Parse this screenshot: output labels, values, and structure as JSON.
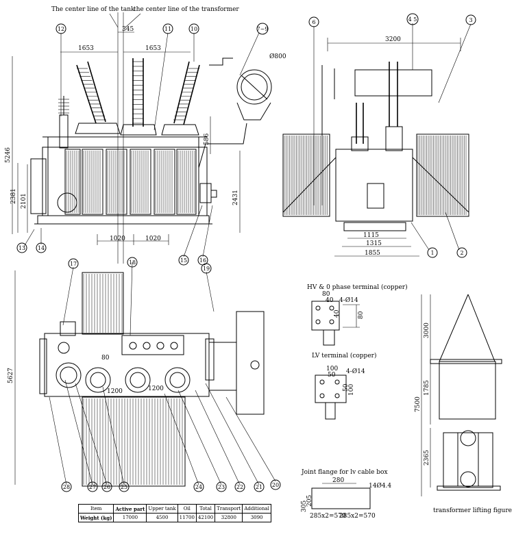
{
  "captions": {
    "tank_centerline": "The center line of the tank",
    "transformer_centerline": "the center line of the transformer",
    "hv_terminal": "HV & 0 phase terminal (copper)",
    "lv_terminal": "LV terminal (copper)",
    "joint_flange": "Joint flange for lv cable box",
    "lifting_figure": "transformer lifting figure"
  },
  "dimensions": {
    "d345": "345",
    "d1653_left": "1653",
    "d1653_right": "1653",
    "d800": "Ø800",
    "d586": "586",
    "d5246": "5246",
    "d2381": "2381",
    "d2101": "2101",
    "d2431": "2431",
    "d1020_a": "1020",
    "d1020_b": "1020",
    "d3200": "3200",
    "d1115": "1115",
    "d1315": "1315",
    "d1855": "1855",
    "d5627": "5627",
    "d1200_a": "1200",
    "d1200_b": "1200",
    "d80_top": "80",
    "d3000": "3000",
    "d7500": "7500",
    "d1785": "1785",
    "d2365": "2365",
    "hv_80": "80",
    "hv_40": "40",
    "hv_holes": "4-Ø14",
    "hv_40b": "40",
    "hv_80b": "80",
    "lv_100": "100",
    "lv_50": "50",
    "lv_holes": "4-Ø14",
    "lv_50b": "50",
    "lv_100b": "100",
    "fl_280": "280",
    "fl_holes": "14Ø4.4",
    "fl_305": "305",
    "fl_205": "205",
    "fl_285a": "285x2=570",
    "fl_285b": "285x2=570"
  },
  "callouts": {
    "c1": "1",
    "c2": "2",
    "c3": "3",
    "c45": "4 5",
    "c6": "6",
    "c79": "7~9",
    "c10": "10",
    "c11": "11",
    "c12": "12",
    "c13": "13",
    "c14": "14",
    "c15": "15",
    "c16": "16",
    "c17": "17",
    "c18": "18",
    "c19": "19",
    "c20": "20",
    "c21": "21",
    "c22": "22",
    "c23": "23",
    "c24": "24",
    "c25": "25",
    "c26": "26",
    "c27": "27",
    "c28": "28"
  },
  "weight_table": {
    "headers": [
      "Item",
      "Active part",
      "Upper tank",
      "Oil",
      "Total",
      "Transport",
      "Additional"
    ],
    "row_label": "Weight (kg)",
    "values": [
      "17000",
      "4500",
      "11700",
      "42100",
      "32800",
      "3090"
    ]
  }
}
